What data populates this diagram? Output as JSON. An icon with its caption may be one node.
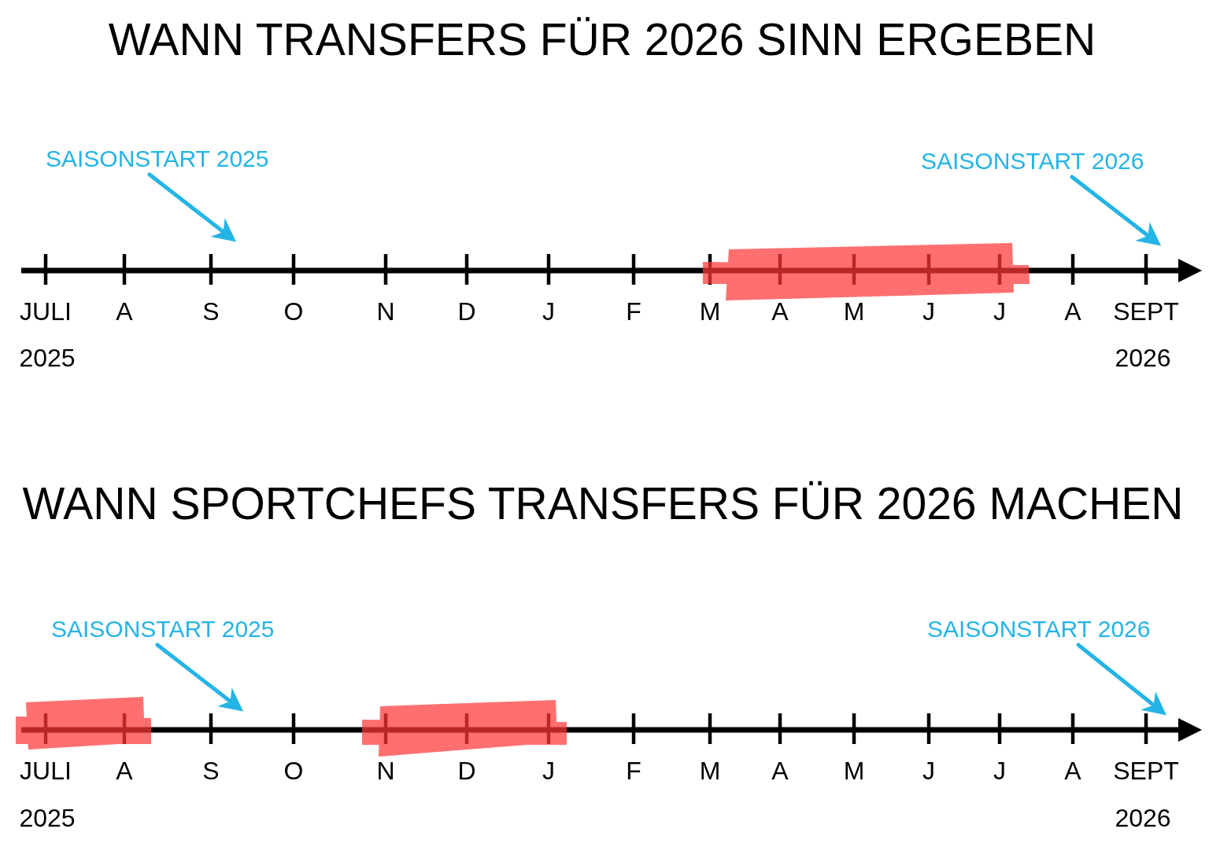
{
  "diagram": {
    "nodes": [
      {
        "text": [
          "SAISONSTART 2025"
        ]
      },
      {
        "text": [
          "SAISONSTART 2026"
        ]
      },
      {
        "text": [],
        "shape": "bar"
      },
      {
        "text": [
          "SAISONSTART 2025"
        ]
      },
      {
        "text": [
          "SAISONSTART 2026"
        ]
      },
      {
        "text": [],
        "shape": "bar"
      },
      {
        "text": [],
        "shape": "bar"
      }
    ],
    "edges": [
      {
        "from": 0,
        "to": null,
        "arrow": "to"
      },
      {
        "from": 1,
        "to": null,
        "arrow": "to"
      },
      {
        "from": 3,
        "to": null,
        "arrow": "to"
      },
      {
        "from": 4,
        "to": null,
        "arrow": "to"
      }
    ],
    "labels": [
      "WANN TRANSFERS FÜR 2026 SINN ERGEBEN",
      "JULI",
      "A",
      "S",
      "O",
      "N",
      "D",
      "J",
      "F",
      "M",
      "A",
      "M",
      "J",
      "J",
      "A",
      "SEPT",
      "2025",
      "2026",
      "WANN SPORTCHEFS TRANSFERS FÜR 2026 MACHEN",
      "JULI",
      "A",
      "S",
      "O",
      "N",
      "D",
      "J",
      "F",
      "M",
      "A",
      "M",
      "J",
      "J",
      "A",
      "SEPT",
      "2025",
      "2026"
    ]
  }
}
